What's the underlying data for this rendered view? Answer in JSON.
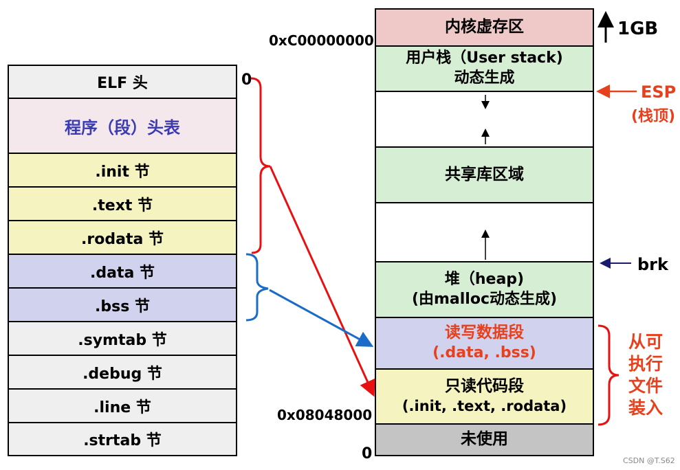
{
  "elf_table": {
    "rows": [
      {
        "label": "ELF 头",
        "color": "#efefef"
      },
      {
        "label": "程序（段）头表",
        "color": "#f4e8ec",
        "text_color": "#3b3bb3"
      },
      {
        "label": ".init 节",
        "color": "#f5f3bf"
      },
      {
        "label": ".text 节",
        "color": "#f5f3bf"
      },
      {
        "label": ".rodata 节",
        "color": "#f5f3bf"
      },
      {
        "label": ".data 节",
        "color": "#d0d2ee"
      },
      {
        "label": ".bss 节",
        "color": "#d0d2ee"
      },
      {
        "label": ".symtab 节",
        "color": "#efefef"
      },
      {
        "label": ".debug 节",
        "color": "#efefef"
      },
      {
        "label": ".line 节",
        "color": "#efefef"
      },
      {
        "label": ".strtab 节",
        "color": "#efefef"
      }
    ],
    "offset_zero": "0"
  },
  "memory": {
    "kernel": "内核虚存区",
    "user_stack_line1": "用户栈（User stack)",
    "user_stack_line2": "动态生成",
    "shared_lib": "共享库区域",
    "heap_line1": "堆（heap)",
    "heap_line2": "(由malloc动态生成)",
    "rw_line1": "读写数据段",
    "rw_line2": "(.data, .bss)",
    "ro_line1": "只读代码段",
    "ro_line2": "(.init, .text, .rodata)",
    "unused": "未使用",
    "colors": {
      "kernel": "#efc8c8",
      "green": "#d6eed4",
      "white": "#ffffff",
      "rw": "#d0d2ee",
      "ro": "#f5f3bf",
      "unused": "#c4c4c4",
      "red_text": "#e8401c"
    }
  },
  "labels": {
    "addr_high": "0xC00000000",
    "addr_load": "0x08048000",
    "addr_zero": "0",
    "size": "1GB",
    "esp": "ESP",
    "esp_sub": "(栈顶)",
    "brk": "brk",
    "loaded_from_exec": [
      "从可",
      "执行",
      "文件",
      "装入"
    ],
    "watermark": "CSDN @T.S62"
  }
}
